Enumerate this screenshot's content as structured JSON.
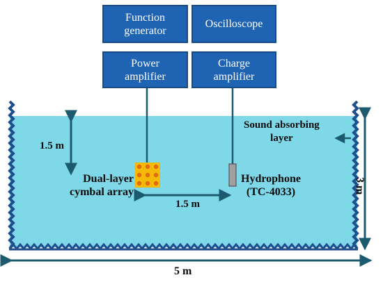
{
  "equipment": {
    "function_generator": [
      "Function",
      "generator"
    ],
    "oscilloscope": "Oscilloscope",
    "power_amplifier": [
      "Power",
      "amplifier"
    ],
    "charge_amplifier": [
      "Charge",
      "amplifier"
    ]
  },
  "tank": {
    "water_color": "#7fd8e8",
    "wall_color": "#1f4e8c"
  },
  "labels": {
    "source_depth": "1.5 m",
    "separation": "1.5 m",
    "tank_width": "5 m",
    "tank_depth": "3 m",
    "source": [
      "Dual-layer",
      "cymbal array"
    ],
    "receiver": [
      "Hydrophone",
      "(TC-4033)"
    ],
    "absorber": [
      "Sound absorbing",
      "layer"
    ]
  },
  "colors": {
    "box_fill": "#1f63b3",
    "arrow": "#1c5a6e",
    "array_element": "#f5b90a"
  }
}
